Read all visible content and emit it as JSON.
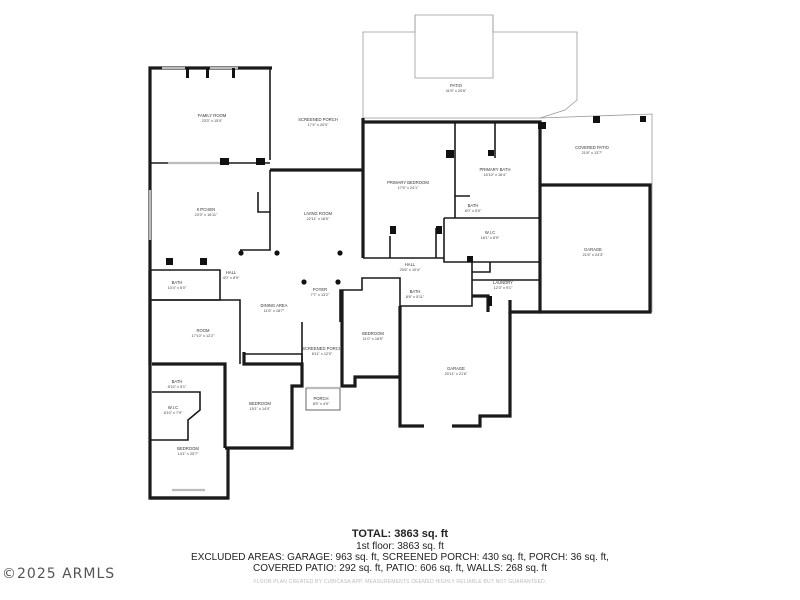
{
  "rooms": [
    {
      "id": "family-room",
      "name": "FAMILY ROOM",
      "size": "23'3\" x 15'0\""
    },
    {
      "id": "screened-porch-top",
      "name": "SCREENED PORCH",
      "size": "17'4\" x 20'0\""
    },
    {
      "id": "patio",
      "name": "PATIO",
      "size": "41'5\" x 20'6\""
    },
    {
      "id": "kitchen",
      "name": "KITCHEN",
      "size": "23'3\" x 16'11\""
    },
    {
      "id": "living-room",
      "name": "LIVING ROOM",
      "size": "22'11\" x 16'5\""
    },
    {
      "id": "primary-bedroom",
      "name": "PRIMARY BEDROOM",
      "size": "17'9\" x 24'1\""
    },
    {
      "id": "primary-bath",
      "name": "PRIMARY BATH",
      "size": "15'10\" x 16'4\""
    },
    {
      "id": "covered-patio",
      "name": "COVERED PATIO",
      "size": "21'8\" x 13'7\""
    },
    {
      "id": "bath-small",
      "name": "BATH",
      "size": "6'0\" x 5'0\""
    },
    {
      "id": "wic-primary",
      "name": "W.I.C",
      "size": "18'1\" x 8'9\""
    },
    {
      "id": "garage-right",
      "name": "GARAGE",
      "size": "21'6\" x 24'3\""
    },
    {
      "id": "hall-left",
      "name": "HALL",
      "size": "4'0\" x 8'9\""
    },
    {
      "id": "bath-left",
      "name": "BATH",
      "size": "10'4\" x 6'0\""
    },
    {
      "id": "hall-center",
      "name": "HALL",
      "size": "25'6\" x 10'4\""
    },
    {
      "id": "laundry",
      "name": "LAUNDRY",
      "size": "12'3\" x 9'1\""
    },
    {
      "id": "foyer",
      "name": "FOYER",
      "size": "7'7\" x 13'2\""
    },
    {
      "id": "bath-center",
      "name": "BATH",
      "size": "8'6\" x 5'11\""
    },
    {
      "id": "dining-area",
      "name": "DINING AREA",
      "size": "11'6\" x 18'7\""
    },
    {
      "id": "room",
      "name": "ROOM",
      "size": "17'10\" x 12'2\""
    },
    {
      "id": "bedroom-center",
      "name": "BEDROOM",
      "size": "11'0\" x 16'5\""
    },
    {
      "id": "screened-porch-small",
      "name": "SCREENED PORCH",
      "size": "6'11\" x 12'0\""
    },
    {
      "id": "garage-center",
      "name": "GARAGE",
      "size": "20'11\" x 21'6\""
    },
    {
      "id": "bath-sw",
      "name": "BATH",
      "size": "8'10\" x 5'1\""
    },
    {
      "id": "wic-sw",
      "name": "W.I.C",
      "size": "8'10\" x 7'9\""
    },
    {
      "id": "bedroom-mid",
      "name": "BEDROOM",
      "size": "15'1\" x 14'0\""
    },
    {
      "id": "porch",
      "name": "PORCH",
      "size": "8'9\" x 4'9\""
    },
    {
      "id": "bedroom-sw",
      "name": "BEDROOM",
      "size": "14'1\" x 25'7\""
    }
  ],
  "summary": {
    "total": "TOTAL: 3863 sq. ft",
    "floor": "1st floor: 3863 sq. ft",
    "excluded_1": "EXCLUDED AREAS: GARAGE: 963 sq. ft, SCREENED PORCH: 430 sq. ft, PORCH: 36 sq. ft,",
    "excluded_2": "COVERED PATIO: 292 sq. ft, PATIO: 606 sq. ft, WALLS: 268 sq. ft",
    "disclaimer": "FLOOR PLAN CREATED BY CUBICASA APP. MEASUREMENTS DEEMED HIGHLY RELIABLE BUT NOT GUARANTEED.",
    "watermark": "©2025 ARMLS"
  }
}
